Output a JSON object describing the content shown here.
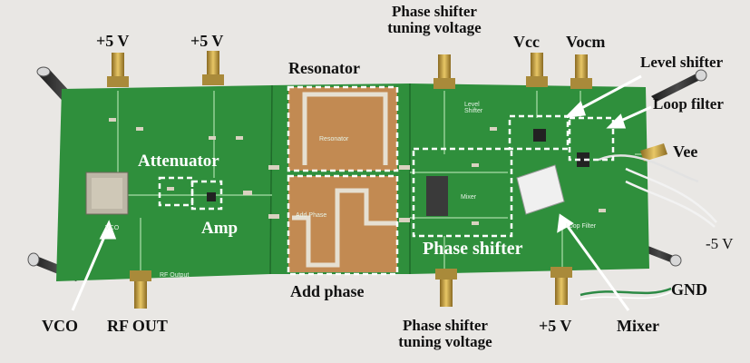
{
  "labels": {
    "plus5v_left": "+5 V",
    "plus5v_mid": "+5 V",
    "ps_top": "Phase shifter\ntuning voltage",
    "vcc": "Vcc",
    "vocm": "Vocm",
    "level_shifter": "Level shifter",
    "loop_filter": "Loop filter",
    "resonator": "Resonator",
    "attenuator": "Attenuator",
    "amp": "Amp",
    "vee": "Vee",
    "minus5v": "-5 V",
    "phase_shifter": "Phase shifter",
    "add_phase": "Add phase",
    "gnd": "GND",
    "vco": "VCO",
    "rf_out": "RF OUT",
    "ps_bottom": "Phase shifter\ntuning voltage",
    "plus5v_bottom": "+5 V",
    "mixer": "Mixer"
  },
  "silkscreen": {
    "resonator": "Resonator",
    "add_phase": "Add Phase",
    "mixer": "Mixer",
    "rf_output": "RF Output",
    "level_shifter": "Level\nShifter",
    "vco": "VCO",
    "loop_filter": "Loop Filter"
  },
  "colors": {
    "background": "#e9e7e4",
    "pcb_green": "#2f8f3c",
    "substrate": "#c28a52",
    "sma_gold": "#c9a545",
    "dashed_box": "#ffffff",
    "annotation_text": "#111111"
  }
}
